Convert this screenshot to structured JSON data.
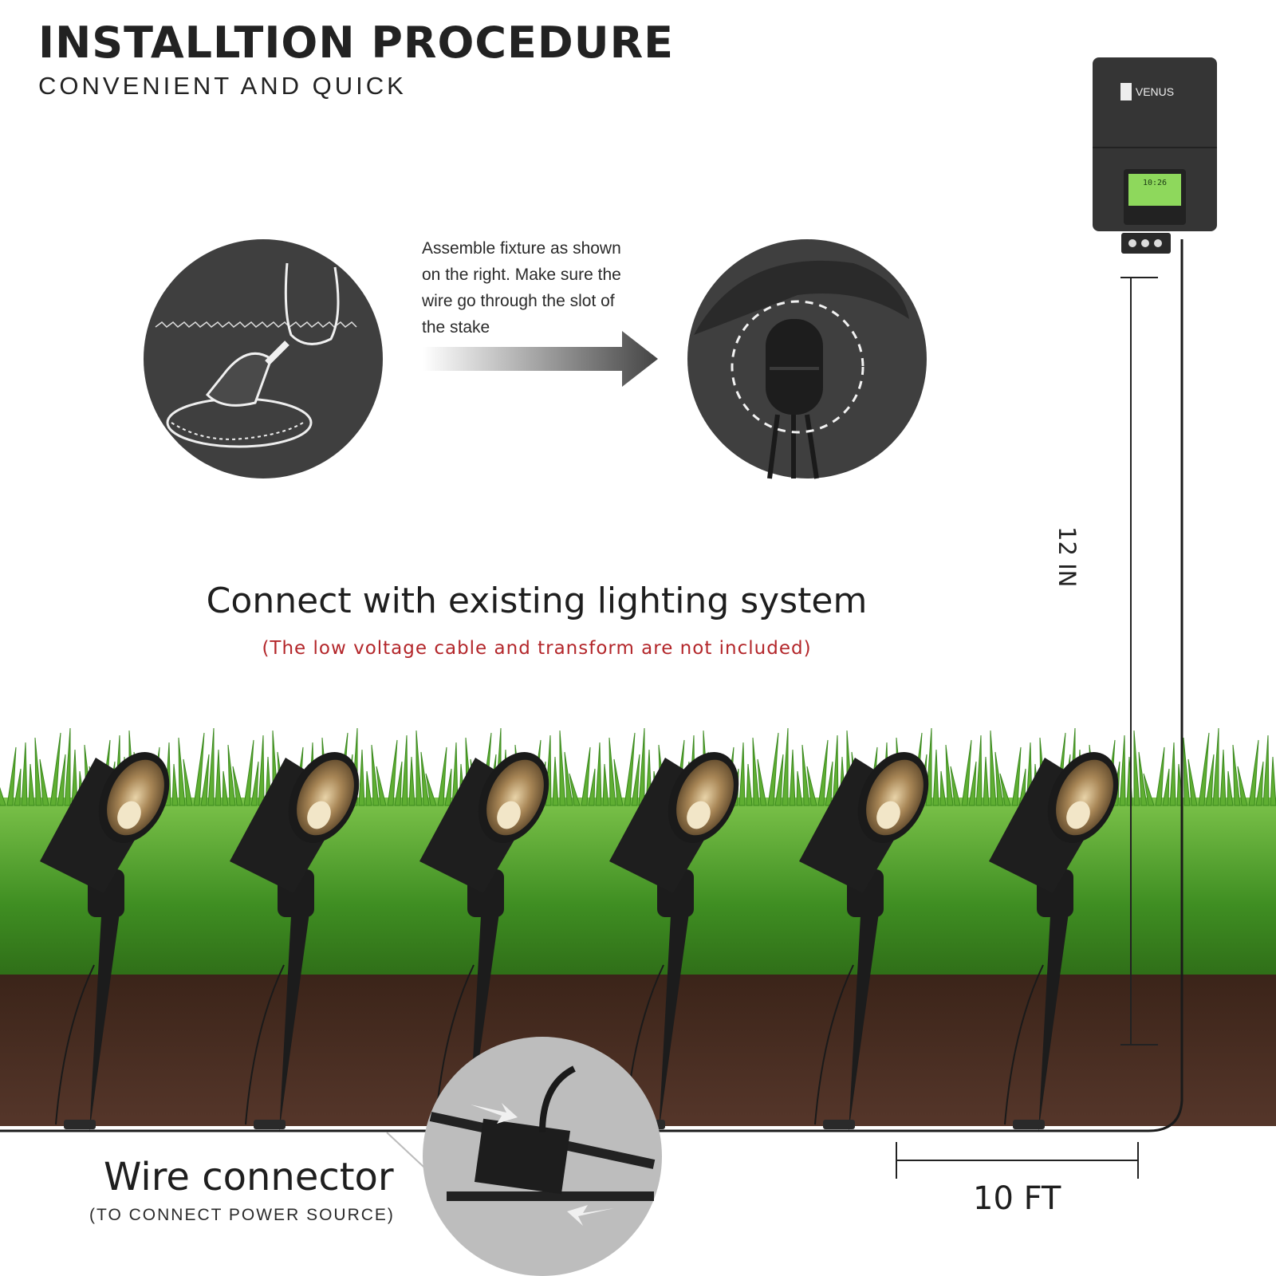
{
  "header": {
    "title": "INSTALLTION PROCEDURE",
    "subtitle": "CONVENIENT AND QUICK"
  },
  "step": {
    "caption_lines": [
      "Assemble fixture as shown",
      "on the right. Make sure the",
      "wire go through the slot of",
      "the stake"
    ]
  },
  "system": {
    "heading": "Connect with existing lighting system",
    "note": "(The low voltage cable and transform are not included)"
  },
  "transformer": {
    "brand": "VENUS",
    "display_time": "10:26"
  },
  "dimensions": {
    "vertical": "12 IN",
    "horizontal": "10 FT"
  },
  "connector": {
    "title": "Wire connector",
    "subtitle": "(TO CONNECT POWER SOURCE)"
  },
  "colors": {
    "title_text": "#222222",
    "warning_red": "#b3262a",
    "grass_green": "#4f9e2c",
    "soil_brown": "#4a2f22",
    "fixture_black": "#1c1c1c",
    "fixture_inner": "#a88656",
    "circle_gray": "#3f3f3f",
    "transformer_gray": "#333333",
    "lcd_green": "#8ed85c"
  },
  "icons": {
    "digging": "trowel-digging-icon",
    "arrow": "arrow-right-icon",
    "stake": "stake-slot-icon",
    "fixture": "spotlight-fixture-icon",
    "transformer": "transformer-icon",
    "connector": "wire-connector-icon"
  }
}
